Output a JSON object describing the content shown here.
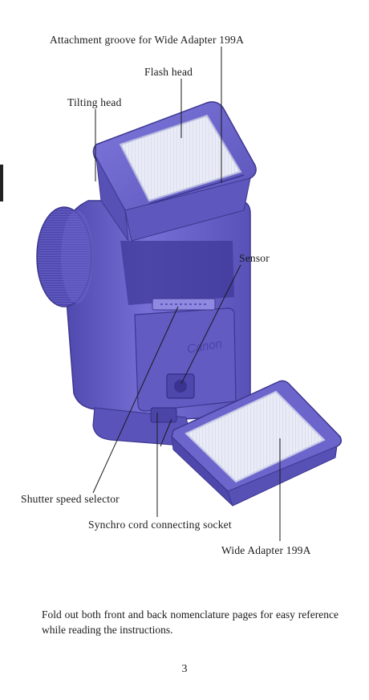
{
  "labels": {
    "attachment_groove": "Attachment groove for Wide Adapter 199A",
    "flash_head": "Flash head",
    "tilting_head": "Tilting head",
    "sensor": "Sensor",
    "shutter_speed_selector": "Shutter speed selector",
    "synchro_cord_socket": "Synchro cord connecting socket",
    "wide_adapter": "Wide Adapter 199A"
  },
  "brand_mark": "Canon",
  "caption": "Fold out both front and back nomenclature pages for easy reference while reading the instructions.",
  "page_number": "3",
  "colors": {
    "body_main": "#6c66cc",
    "body_dark": "#4a43a6",
    "body_light": "#8d87e0",
    "panel": "#e6e8f4",
    "leader_line": "#1a1a1a"
  }
}
